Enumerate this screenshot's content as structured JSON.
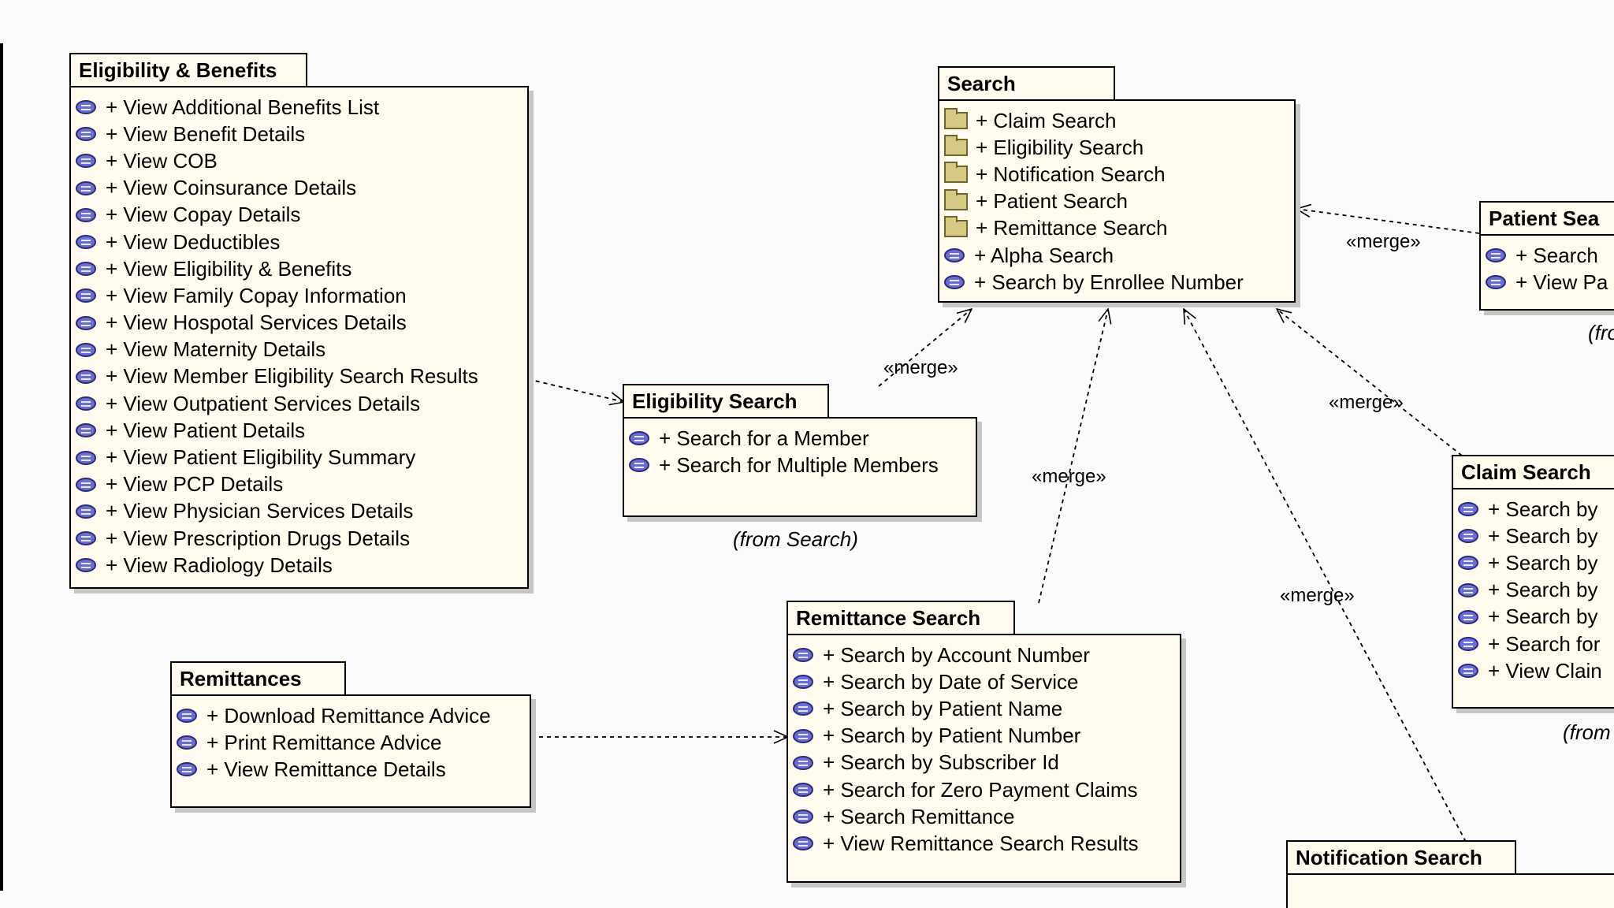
{
  "packages": {
    "eligibility_benefits": {
      "title": "Eligibility & Benefits",
      "items": [
        "+ View Additional Benefits List",
        "+ View Benefit Details",
        "+ View COB",
        "+ View Coinsurance Details",
        "+ View Copay Details",
        "+ View Deductibles",
        "+ View Eligibility & Benefits",
        "+ View Family Copay Information",
        "+ View Hospotal Services Details",
        "+ View Maternity Details",
        "+ View Member Eligibility Search Results",
        "+ View Outpatient Services Details",
        "+ View Patient Details",
        "+ View Patient Eligibility Summary",
        "+ View PCP Details",
        "+ View Physician Services Details",
        "+ View Prescription Drugs Details",
        "+ View Radiology Details"
      ]
    },
    "search": {
      "title": "Search",
      "folders": [
        "+ Claim Search",
        "+ Eligibility Search",
        "+ Notification Search",
        "+ Patient Search",
        "+ Remittance Search"
      ],
      "items": [
        "+ Alpha Search",
        "+ Search by Enrollee Number"
      ]
    },
    "eligibility_search": {
      "title": "Eligibility Search",
      "items": [
        "+ Search for a Member",
        "+ Search for Multiple Members"
      ],
      "from": "(from Search)"
    },
    "remittances": {
      "title": "Remittances",
      "items": [
        "+ Download Remittance Advice",
        "+ Print Remittance Advice",
        "+ View Remittance Details"
      ]
    },
    "remittance_search": {
      "title": "Remittance Search",
      "items": [
        "+ Search by Account Number",
        "+ Search by Date of Service",
        "+ Search by Patient Name",
        "+ Search by Patient Number",
        "+ Search by Subscriber Id",
        "+ Search for Zero Payment Claims",
        "+ Search Remittance",
        "+ View Remittance Search Results"
      ]
    },
    "patient_search": {
      "title": "Patient Sea",
      "items": [
        "+ Search",
        "+ View Pa"
      ],
      "from": "(fro"
    },
    "claim_search": {
      "title": "Claim Search",
      "items": [
        "+ Search by",
        "+ Search by",
        "+ Search by",
        "+ Search by",
        "+ Search by",
        "+ Search for",
        "+ View Clain"
      ],
      "from": "(from"
    },
    "notification_search": {
      "title": "Notification Search"
    }
  },
  "merge_label": "«merge»",
  "icons": {
    "operation": "operation-icon",
    "package": "folder-icon"
  },
  "colors": {
    "box_fill": "#fffbee",
    "operation_icon": "#6c6cd8",
    "folder_icon": "#d6c984"
  }
}
